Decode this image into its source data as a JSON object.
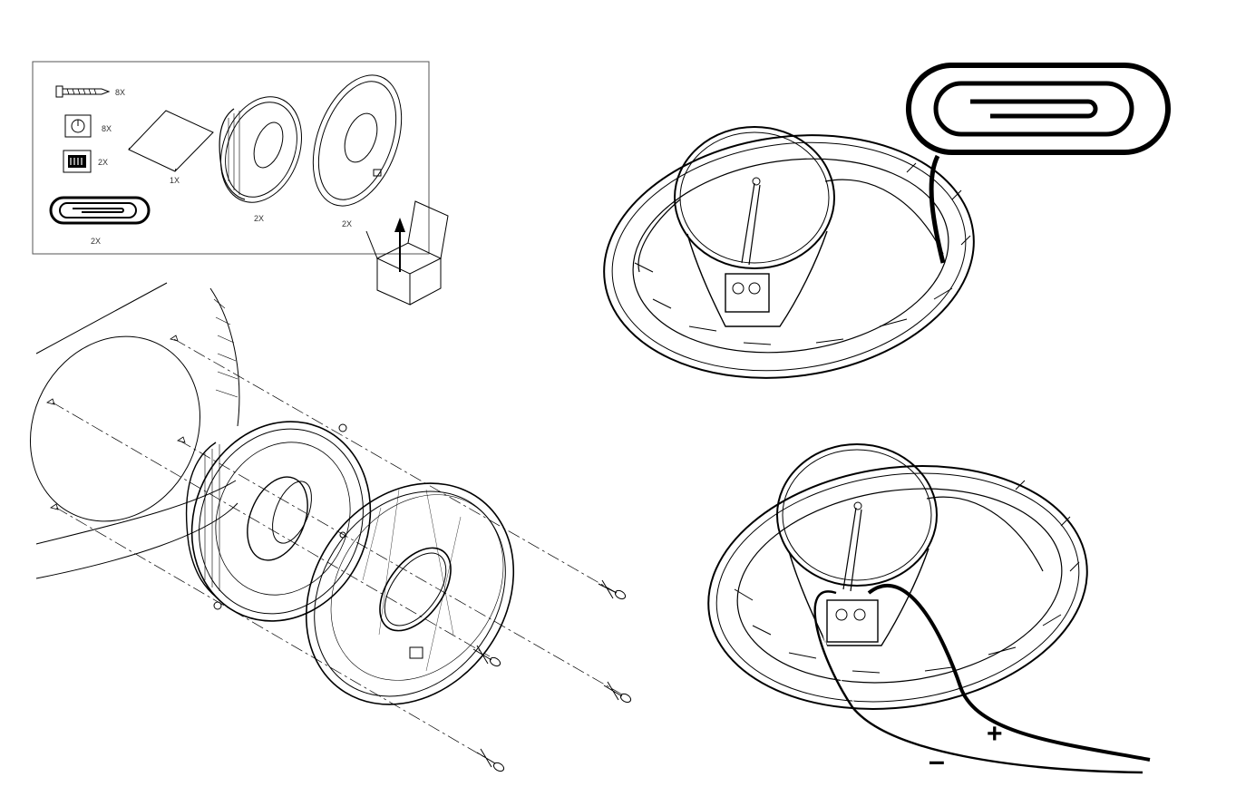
{
  "parts_box": {
    "items": [
      {
        "icon": "screw-icon",
        "qty": "8X"
      },
      {
        "icon": "clip-icon",
        "qty": "8X"
      },
      {
        "icon": "jbl-badge-icon",
        "qty": "2X"
      },
      {
        "icon": "wire-bundle-icon",
        "qty": "2X"
      },
      {
        "icon": "manual-icon",
        "qty": "1X"
      },
      {
        "icon": "speaker-icon",
        "qty": "2X"
      },
      {
        "icon": "grille-icon",
        "qty": "2X"
      }
    ]
  },
  "wiring": {
    "positive_label": "+",
    "negative_label": "–"
  },
  "colors": {
    "line": "#000000",
    "frame": "#555555",
    "background": "#ffffff"
  }
}
